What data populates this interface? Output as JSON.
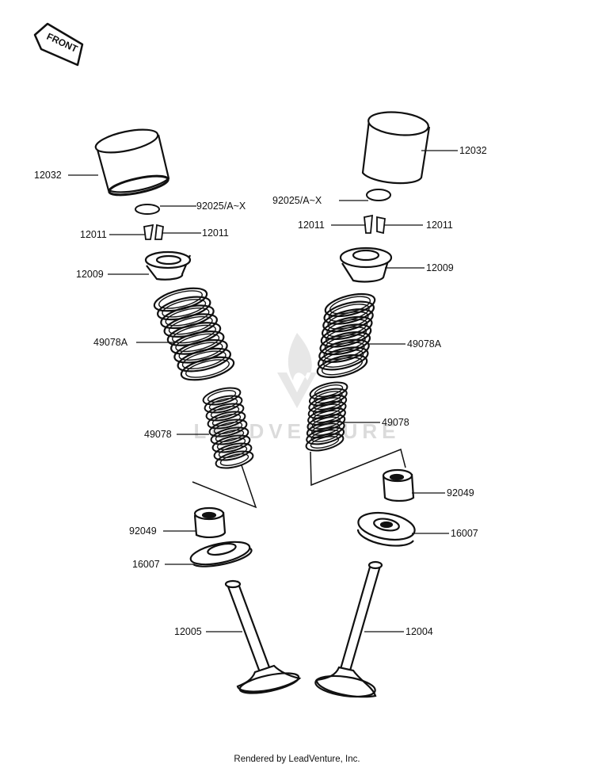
{
  "front_arrow": {
    "label": "FRONT"
  },
  "watermark": {
    "text": "LEADVENTURE"
  },
  "footer": {
    "text": "Rendered by LeadVenture, Inc."
  },
  "labels": {
    "lifter_left": "12032",
    "shim_left": "92025/A~X",
    "keeper_left_a": "12011",
    "keeper_left_b": "12011",
    "retainer_left": "12009",
    "outer_spring_left": "49078A",
    "inner_spring_left": "49078",
    "seal_left": "92049",
    "seat_left": "16007",
    "valve_left": "12005",
    "lifter_right": "12032",
    "shim_right": "92025/A~X",
    "keeper_right_a": "12011",
    "keeper_right_b": "12011",
    "retainer_right": "12009",
    "outer_spring_right": "49078A",
    "inner_spring_right": "49078",
    "seal_right": "92049",
    "seat_right": "16007",
    "valve_right": "12004"
  }
}
